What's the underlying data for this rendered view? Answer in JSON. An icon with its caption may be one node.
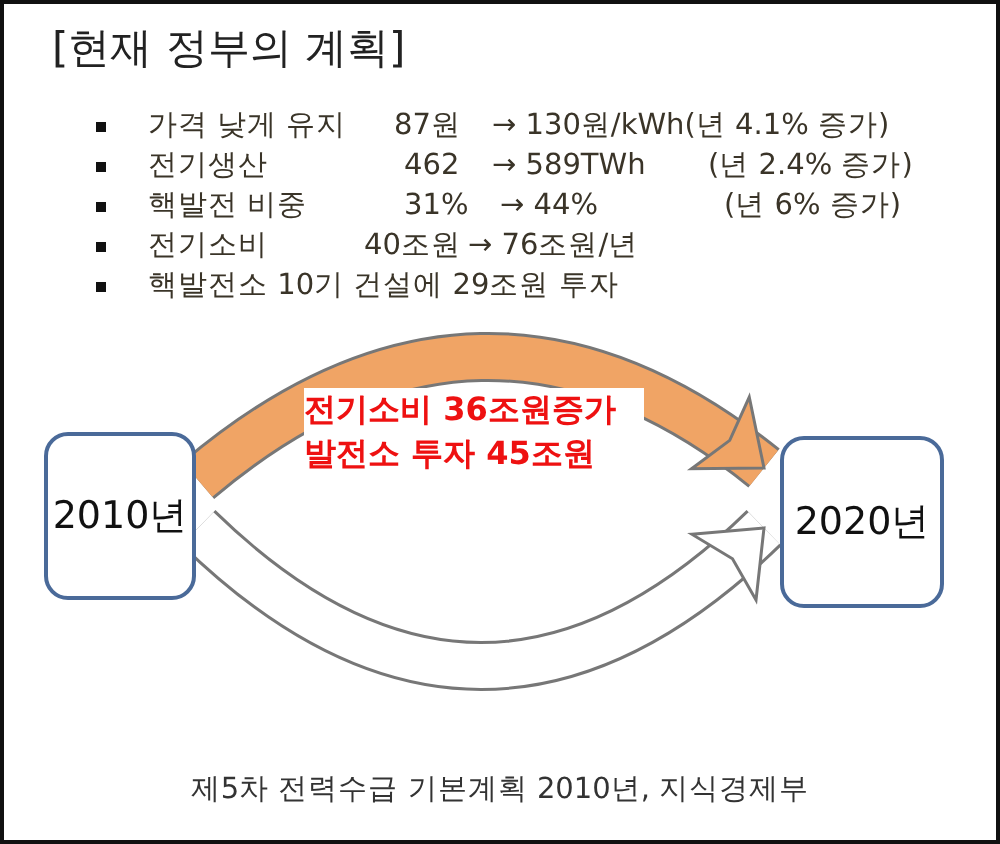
{
  "diagram": {
    "title": "[현재 정부의 계획]",
    "caption": "제5차 전력수급 기본계획 2010년, 지식경제부",
    "nodes": [
      {
        "text": [
          "2010년"
        ]
      },
      {
        "text": [
          "2020년"
        ]
      }
    ],
    "edges": [
      {
        "from": 0,
        "to": 1,
        "arrow": "to",
        "label": "전기소비 36조원증가 발전소 투자 45조원",
        "color": "#f0a465"
      },
      {
        "from": 0,
        "to": 1,
        "arrow": "to",
        "color": "#ffffff"
      }
    ],
    "labels": [
      "가격 낮게 유지",
      "87원",
      "→ 130원/kWh(년 4.1% 증가)",
      "전기생산",
      "462",
      "→ 589TWh",
      "(년 2.4% 증가)",
      "핵발전 비중",
      "31%",
      "→ 44%",
      "(년 6% 증가)",
      "전기소비",
      "40조원",
      "→ 76조원/년",
      "핵발전소 10기 건설에 29조원 투자"
    ]
  }
}
